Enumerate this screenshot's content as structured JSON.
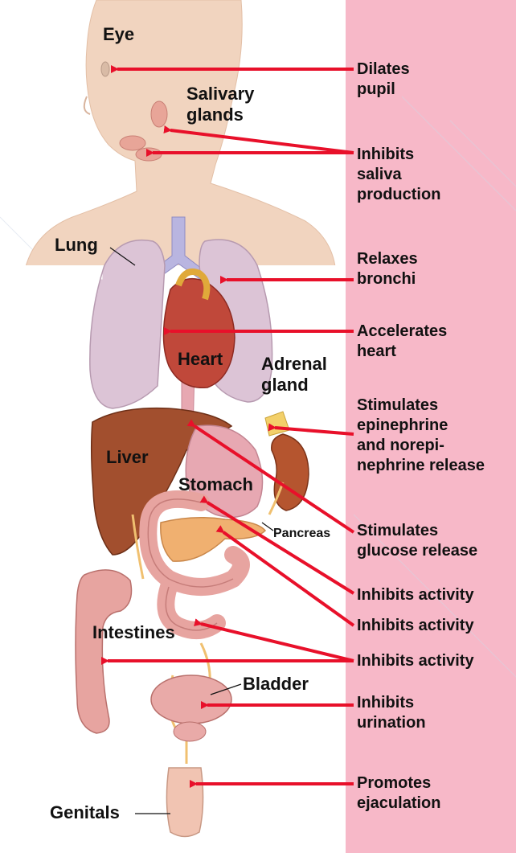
{
  "colors": {
    "panel": "#f7b8c8",
    "arrow": "#e8102a",
    "skin": "#f1d4bf",
    "lung": "#dcc4d6",
    "liver": "#a24f2e",
    "heart": "#c0483a",
    "intestine": "#e7a4a0",
    "stomach": "#e7a8b2",
    "pancreas": "#f0b070"
  },
  "labels": {
    "eye": "Eye",
    "salivary": "Salivary\nglands",
    "lung": "Lung",
    "heart": "Heart",
    "adrenal": "Adrenal\ngland",
    "liver": "Liver",
    "stomach": "Stomach",
    "pancreas": "Pancreas",
    "intestines": "Intestines",
    "bladder": "Bladder",
    "genitals": "Genitals"
  },
  "effects": [
    "Dilates\npupil",
    "Inhibits\nsaliva\nproduction",
    "Relaxes\nbronchi",
    "Accelerates\nheart",
    "Stimulates\nepinephrine\nand norepi-\nnephrine release",
    "Stimulates\nglucose release",
    "Inhibits activity",
    "Inhibits activity",
    "Inhibits activity",
    "Inhibits\nurination",
    "Promotes\nejaculation"
  ]
}
